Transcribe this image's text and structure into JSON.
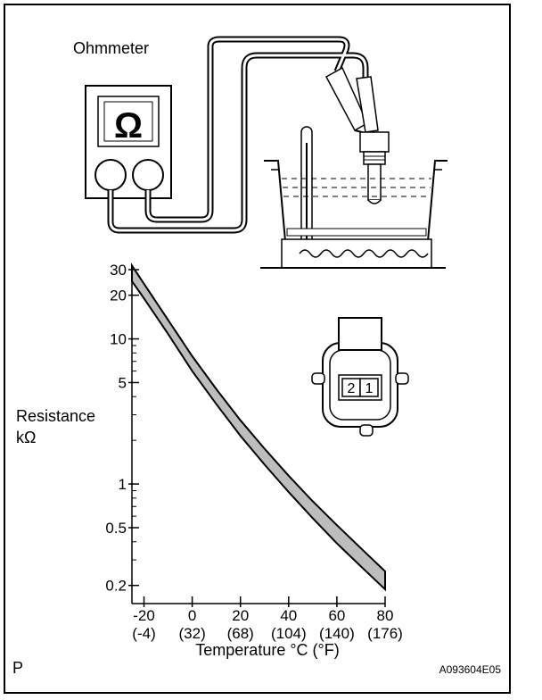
{
  "ohmmeter_label": "Ohmmeter",
  "ohm_symbol": "Ω",
  "connector_pins": [
    "2",
    "1"
  ],
  "figure_code": "A093604E05",
  "corner_mark": "P",
  "chart_data": {
    "type": "line",
    "xlabel": "Temperature °C (°F)",
    "ylabel_line1": "Resistance",
    "ylabel_line2": "kΩ",
    "y_scale": "log",
    "xlim": [
      -25,
      80
    ],
    "ylim": [
      0.15,
      30
    ],
    "x_ticks": [
      {
        "value": -20,
        "c": "-20",
        "f": "(-4)"
      },
      {
        "value": 0,
        "c": "0",
        "f": "(32)"
      },
      {
        "value": 20,
        "c": "20",
        "f": "(68)"
      },
      {
        "value": 40,
        "c": "40",
        "f": "(104)"
      },
      {
        "value": 60,
        "c": "60",
        "f": "(140)"
      },
      {
        "value": 80,
        "c": "80",
        "f": "(176)"
      }
    ],
    "y_ticks": [
      {
        "value": 30,
        "label": "30"
      },
      {
        "value": 20,
        "label": "20"
      },
      {
        "value": 10,
        "label": "10"
      },
      {
        "value": 5,
        "label": "5"
      },
      {
        "value": 1,
        "label": "1"
      },
      {
        "value": 0.5,
        "label": "0.5"
      },
      {
        "value": 0.2,
        "label": "0.2"
      }
    ],
    "series": [
      {
        "x": [
          -25,
          -20,
          -10,
          0,
          10,
          20,
          30,
          40,
          50,
          60,
          70,
          80
        ],
        "y_upper": [
          32,
          24,
          13.5,
          7.6,
          4.5,
          2.75,
          1.75,
          1.14,
          0.76,
          0.52,
          0.36,
          0.25
        ],
        "y_lower": [
          25,
          19,
          10.8,
          6.0,
          3.55,
          2.15,
          1.36,
          0.88,
          0.58,
          0.39,
          0.27,
          0.188
        ]
      }
    ],
    "band_color": "#bdbdbd"
  }
}
